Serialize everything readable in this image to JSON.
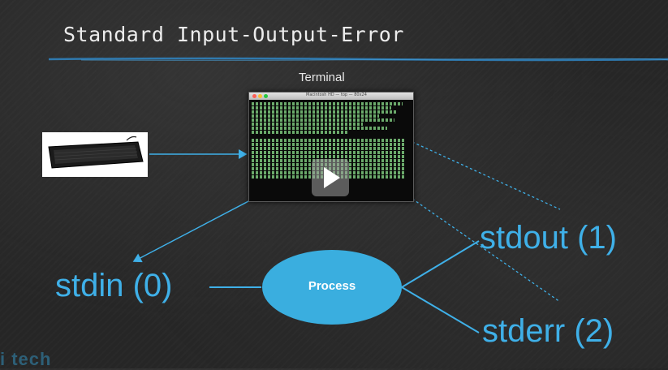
{
  "slide": {
    "title": "Standard Input-Output-Error",
    "terminal_label": "Terminal",
    "terminal_window_title": "Macintosh HD — top — 80x24",
    "process_label": "Process",
    "watermark": "i  tech"
  },
  "streams": {
    "stdin": "stdin (0)",
    "stdout": "stdout (1)",
    "stderr": "stderr (2)"
  },
  "icons": {
    "keyboard": "keyboard-icon",
    "terminal": "terminal-screenshot",
    "play": "play-icon"
  },
  "colors": {
    "accent": "#3fb0e8",
    "process_fill": "#3aaedf",
    "background": "#262626",
    "title": "#ececec",
    "terminal_text": "#8be08b"
  }
}
